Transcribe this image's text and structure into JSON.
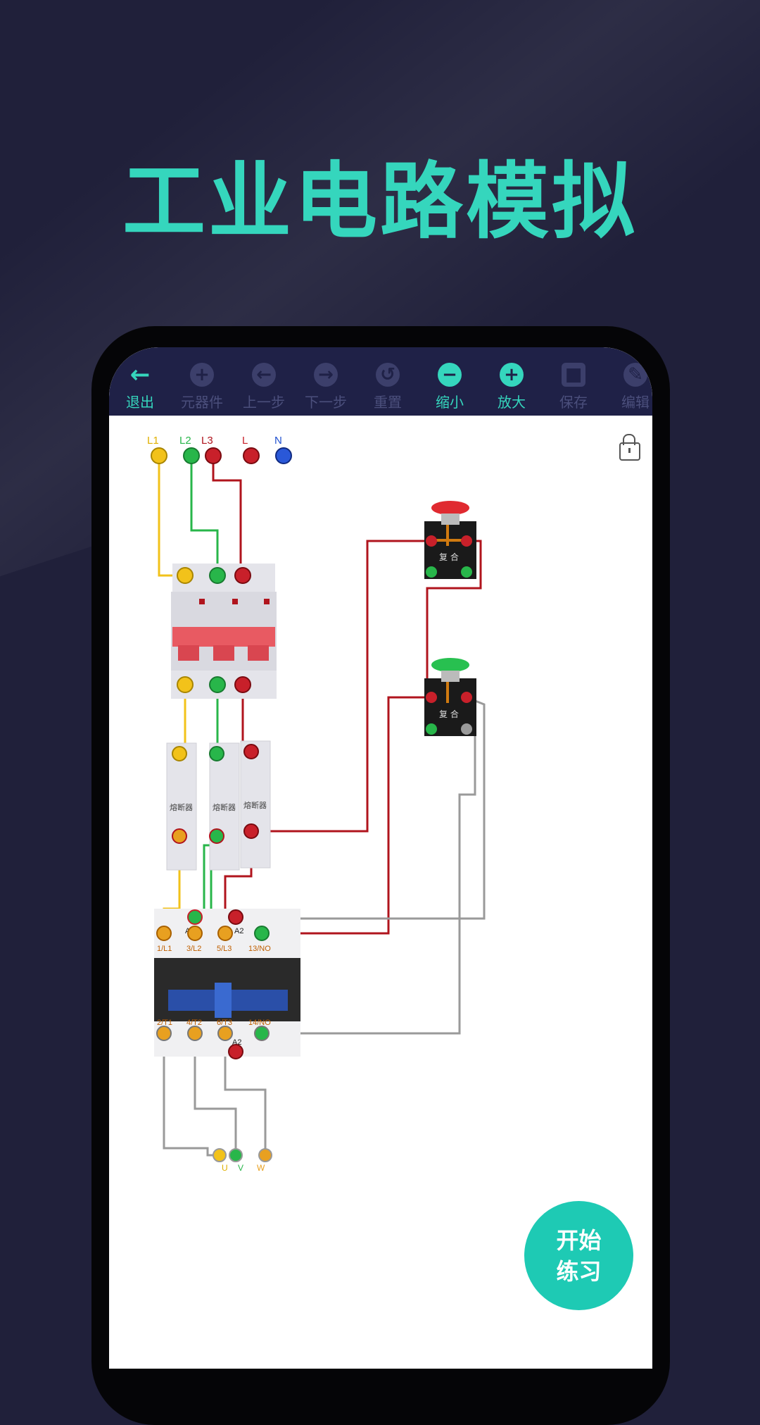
{
  "headline": "工业电路模拟",
  "toolbar": {
    "items": [
      {
        "label": "退出",
        "icon": "back-arrow-icon"
      },
      {
        "label": "元器件",
        "icon": "plus-icon"
      },
      {
        "label": "上一步",
        "icon": "left-arrow-icon"
      },
      {
        "label": "下一步",
        "icon": "right-arrow-icon"
      },
      {
        "label": "重置",
        "icon": "reset-icon"
      },
      {
        "label": "缩小",
        "icon": "zoom-out-icon"
      },
      {
        "label": "放大",
        "icon": "zoom-in-icon"
      },
      {
        "label": "保存",
        "icon": "save-icon"
      },
      {
        "label": "编辑",
        "icon": "edit-icon"
      }
    ]
  },
  "terminals": {
    "l1": "L1",
    "l2": "L2",
    "l3": "L3",
    "l": "L",
    "n": "N"
  },
  "buttons": {
    "stop_label": "复 合",
    "start_label": "复 合"
  },
  "fuse_label": "熔断器",
  "contactor": {
    "a1": "A1",
    "a2": "A2",
    "a2_bottom": "A2",
    "top": [
      "1/L1",
      "3/L2",
      "5/L3",
      "13/NO"
    ],
    "bottom": [
      "2/T1",
      "4/T2",
      "6/T3",
      "14/NO"
    ]
  },
  "motor": {
    "u": "U",
    "v": "V",
    "w": "W"
  },
  "start_practice": {
    "line1": "开始",
    "line2": "练习"
  },
  "colors": {
    "accent": "#35d6bd",
    "toolbar_bg": "#1f2147",
    "wire_yellow": "#f2c21a",
    "wire_green": "#28b64a",
    "wire_red": "#b0141d",
    "wire_gray": "#9a9a9a"
  }
}
